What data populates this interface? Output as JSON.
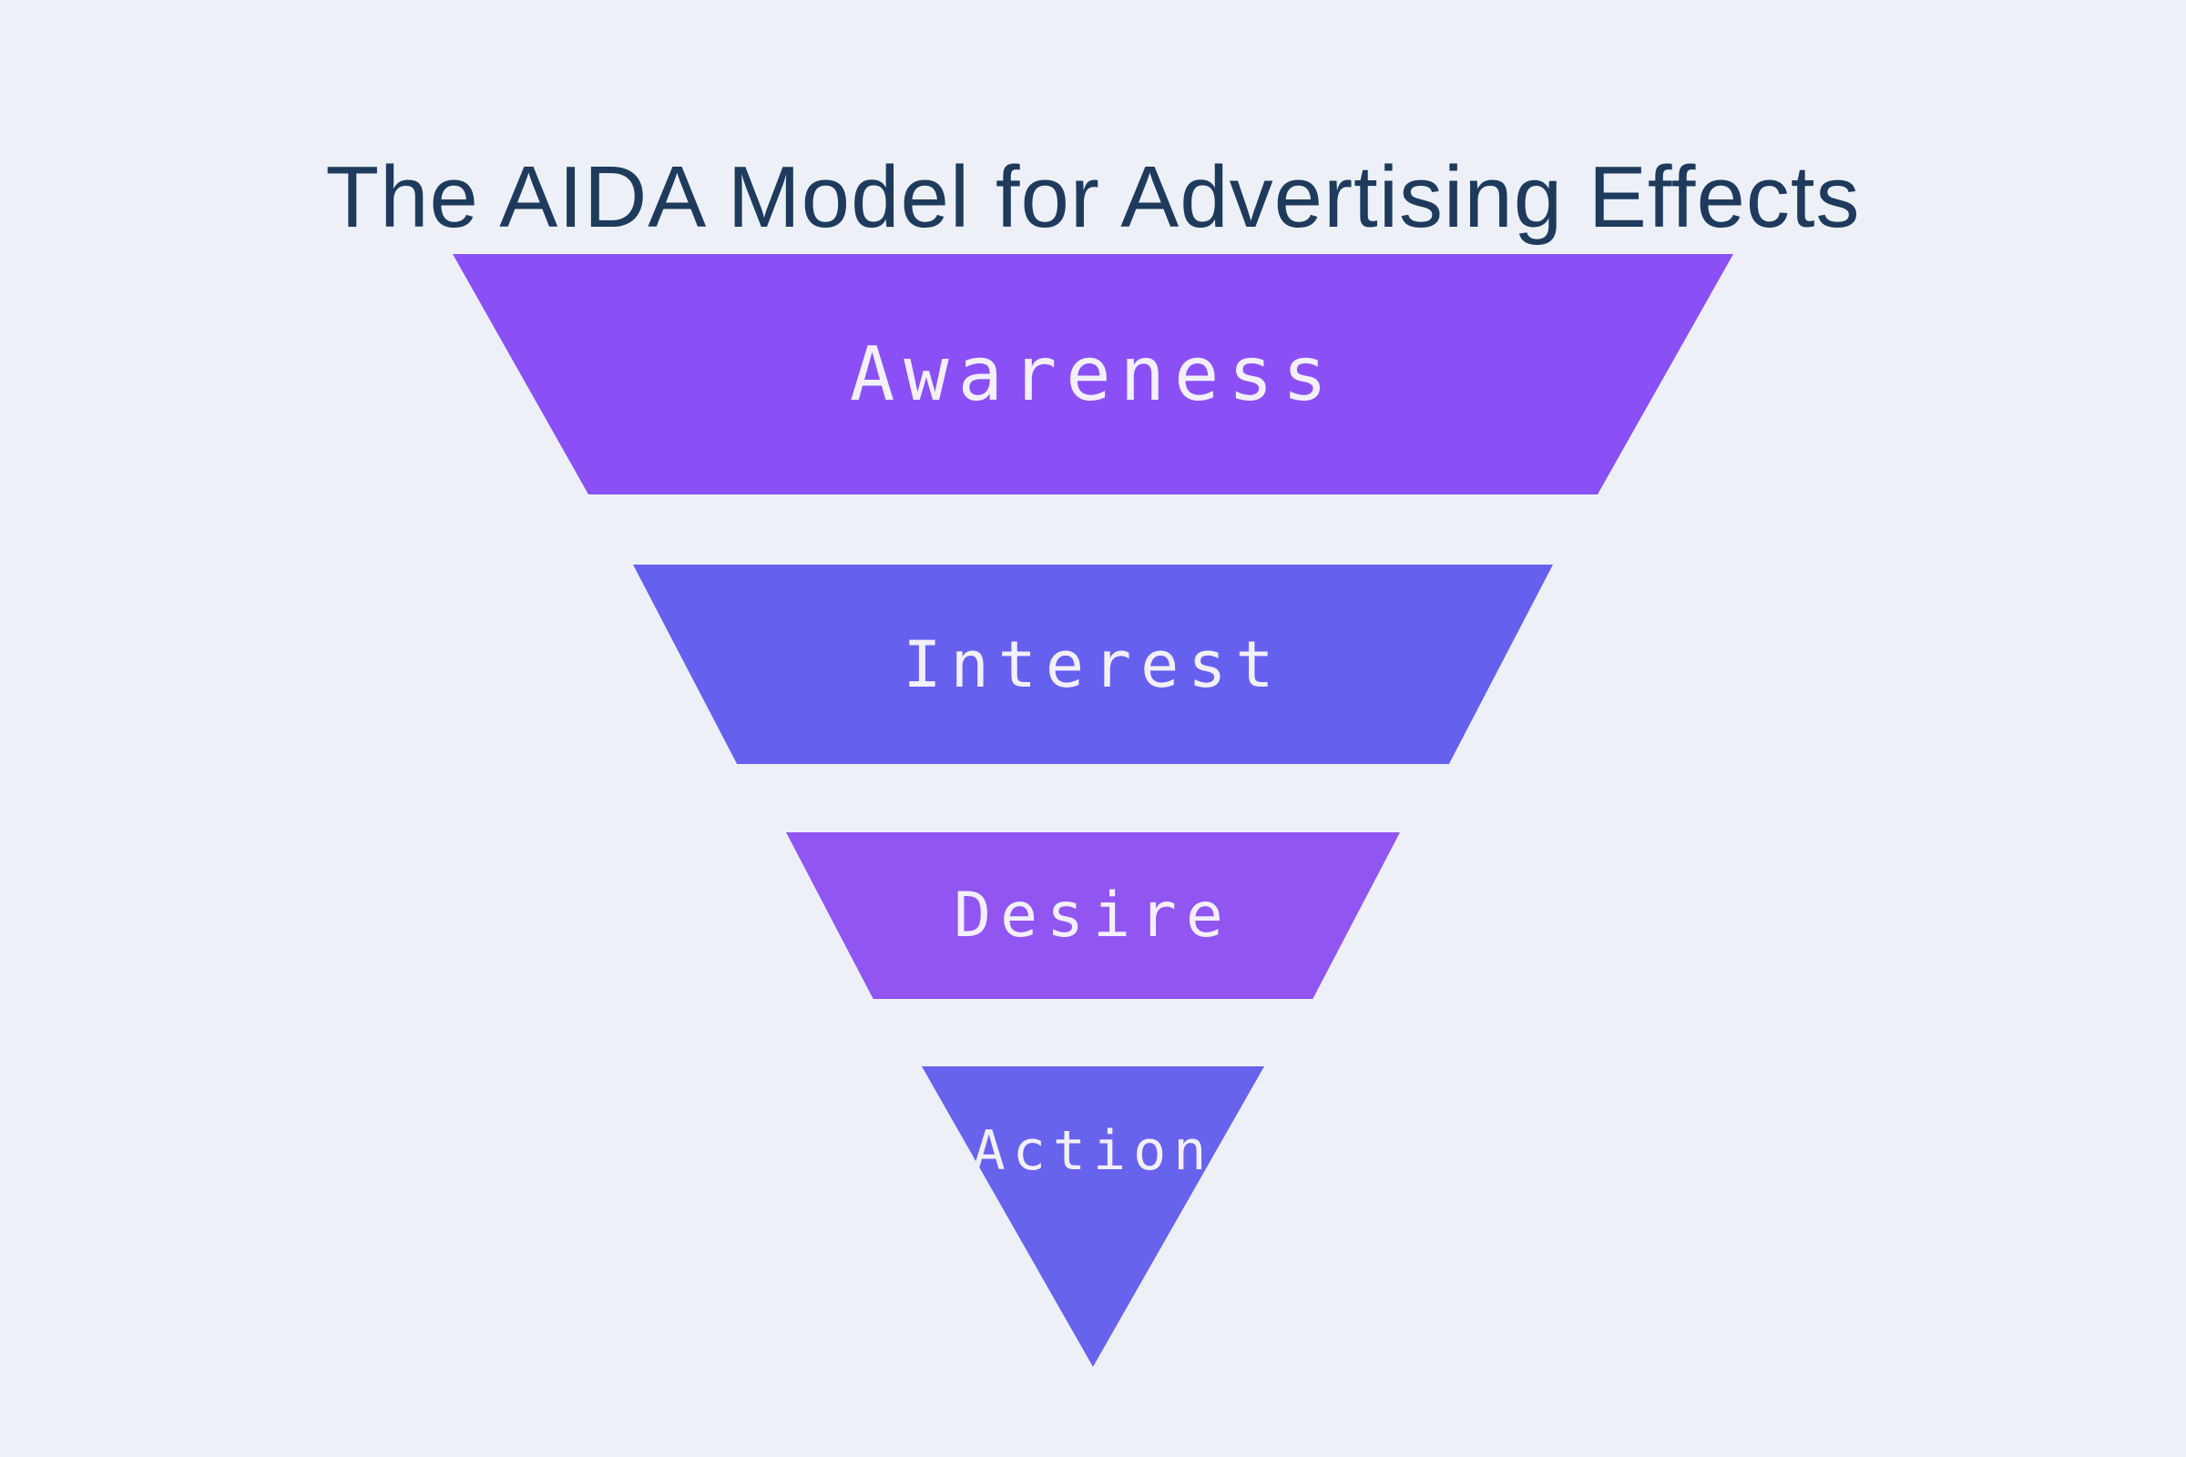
{
  "page": {
    "title": "The AIDA Model for Advertising Effects",
    "background_color": "#EDF1F7",
    "title_color": "#1E3A5C"
  },
  "funnel": {
    "label_color": "#F3F0FB",
    "stages": [
      {
        "label": "Awareness",
        "color": "#8A50F5"
      },
      {
        "label": "Interest",
        "color": "#6561EE"
      },
      {
        "label": "Desire",
        "color": "#9155F2"
      },
      {
        "label": "Action",
        "color": "#6763EC"
      }
    ]
  }
}
